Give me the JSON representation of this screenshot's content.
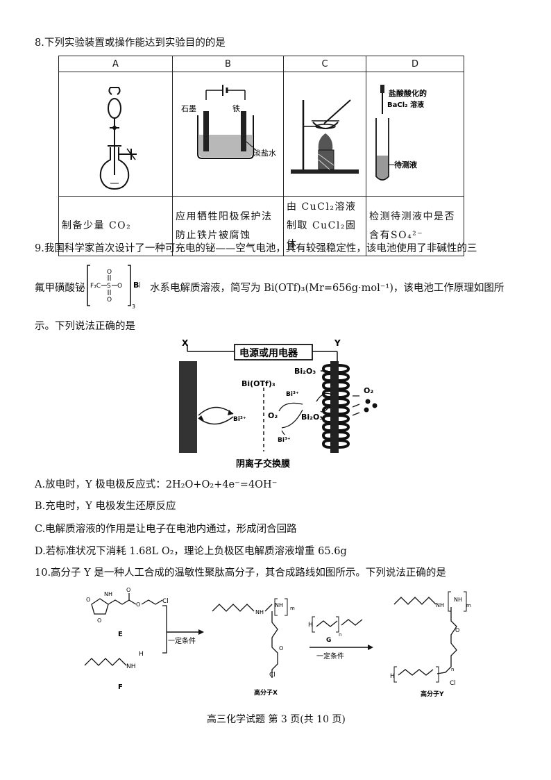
{
  "q8": {
    "title": "8.下列实验装置或操作能达到实验目的的是",
    "headers": [
      "A",
      "B",
      "C",
      "D"
    ],
    "b_labels": {
      "graphite": "石墨",
      "iron": "铁",
      "brine": "淡盐水"
    },
    "d_labels": {
      "reagent1": "盐酸酸化的",
      "reagent2": "BaCl₂ 溶液",
      "liquid": "待测液"
    },
    "captions": [
      "制备少量 CO₂",
      "应用牺牲阳极保护法防止铁片被腐蚀",
      "由 CuCl₂溶液制取 CuCl₂固体",
      "检测待测液中是否含有SO₄²⁻"
    ]
  },
  "q9": {
    "line1": "9.我国科学家首次设计了一种可充电的铋——空气电池，具有较强稳定性，该电池使用了非碱性的三",
    "line2_prefix": "氟甲磺酸铋",
    "line2_suffix": "水系电解质溶液，简写为 Bi(OTf)₃(Mr=656g·mol⁻¹)，该电池工作原理如图所",
    "line3": "示。下列说法正确的是",
    "formula": {
      "cf3": "F₃C",
      "s": "S",
      "o": "O",
      "bi": "Bi",
      "sub3": "3"
    },
    "diagram": {
      "x_label": "X",
      "y_label": "Y",
      "power_label": "电源或用电器",
      "bi2o3_top": "Bi₂O₃",
      "electrolyte": "Bi(OTf)₃",
      "bi_ion": "Bi³⁺",
      "o2": "O₂",
      "bi2o3_mid": "Bi₂O₃",
      "membrane": "阴离子交换膜"
    },
    "options": [
      "A.放电时，Y 极电极反应式：2H₂O+O₂+4e⁻=4OH⁻",
      "B.充电时，Y 电极发生还原反应",
      "C.电解质溶液的作用是让电子在电池内通过，形成闭合回路",
      "D.若标准状况下消耗 1.68L O₂，理论上负极区电解质溶液增重 65.6g"
    ]
  },
  "q10": {
    "title": "10.高分子 Y 是一种人工合成的温敏性聚肽高分子，其合成路线如图所示。下列说法正确的是",
    "labels": {
      "E": "E",
      "F": "F",
      "G": "G",
      "cond1": "一定条件",
      "cond2": "一定条件",
      "polyX": "高分子X",
      "polyY": "高分子Y",
      "nh": "NH",
      "h": "H",
      "n": "n",
      "m": "m",
      "cl": "Cl",
      "o": "O"
    }
  },
  "footer": "高三化学试题  第 3 页(共 10 页)"
}
